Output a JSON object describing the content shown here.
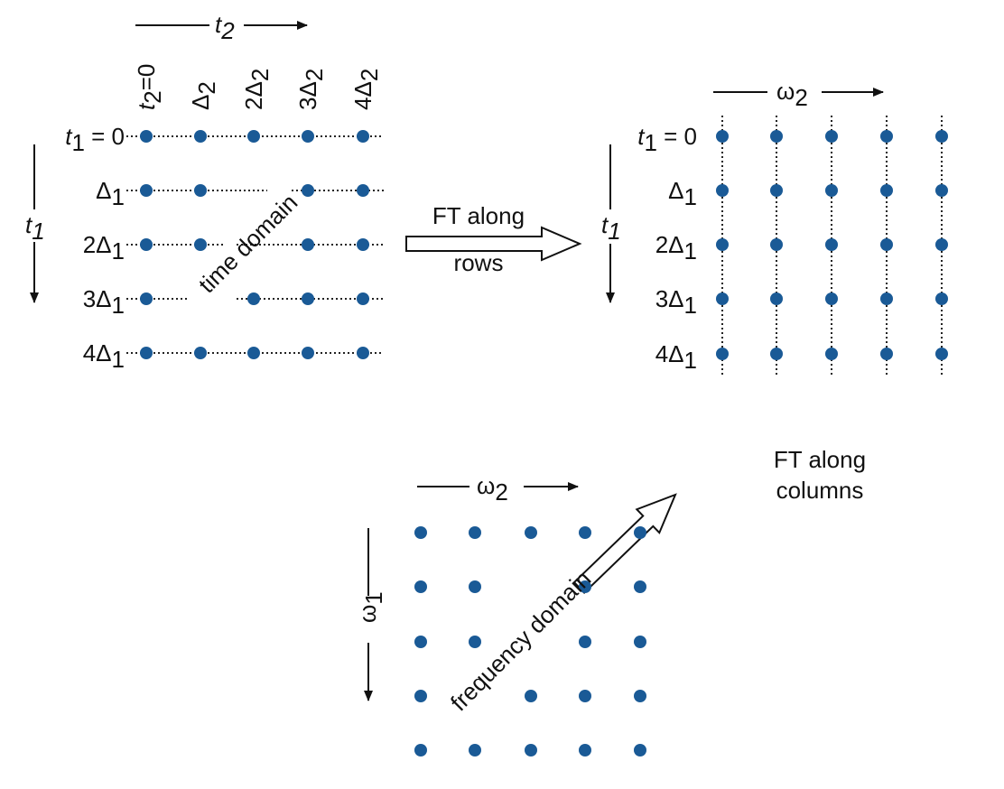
{
  "time_domain": {
    "t2_axis": "t",
    "t2_axis_sub": "2",
    "t1_axis": "t",
    "t1_axis_sub": "1",
    "columns": [
      {
        "main": "t",
        "sub": "2",
        "after": "=0"
      },
      {
        "main": "Δ",
        "sub": "2",
        "after": ""
      },
      {
        "main": "2Δ",
        "sub": "2",
        "after": ""
      },
      {
        "main": "3Δ",
        "sub": "2",
        "after": ""
      },
      {
        "main": "4Δ",
        "sub": "2",
        "after": ""
      }
    ],
    "rows": [
      {
        "main": "t",
        "sub": "1",
        "after": " = 0"
      },
      {
        "main": "Δ",
        "sub": "1",
        "after": ""
      },
      {
        "main": "2Δ",
        "sub": "1",
        "after": ""
      },
      {
        "main": "3Δ",
        "sub": "1",
        "after": ""
      },
      {
        "main": "4Δ",
        "sub": "1",
        "after": ""
      }
    ],
    "label": "time domain"
  },
  "step1": {
    "line1": "FT along",
    "line2": "rows"
  },
  "intermediate": {
    "w2_axis": "ω",
    "w2_axis_sub": "2",
    "t1_axis": "t",
    "t1_axis_sub": "1",
    "rows": [
      {
        "main": "t",
        "sub": "1",
        "after": " = 0"
      },
      {
        "main": "Δ",
        "sub": "1",
        "after": ""
      },
      {
        "main": "2Δ",
        "sub": "1",
        "after": ""
      },
      {
        "main": "3Δ",
        "sub": "1",
        "after": ""
      },
      {
        "main": "4Δ",
        "sub": "1",
        "after": ""
      }
    ]
  },
  "step2": {
    "line1": "FT along",
    "line2": "columns"
  },
  "frequency_domain": {
    "w2_axis": "ω",
    "w2_axis_sub": "2",
    "w1_axis": "ω",
    "w1_axis_sub": "1",
    "label": "frequency domain"
  },
  "colors": {
    "dot": "#1a5a96",
    "line": "#222222"
  }
}
